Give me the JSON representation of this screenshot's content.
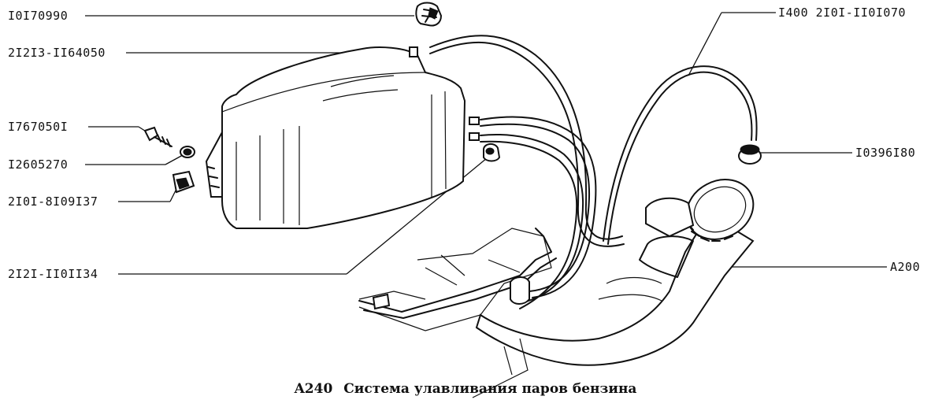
{
  "callouts": {
    "c1": "I0I70990",
    "c2": "2I2I3-II64050",
    "c3": "I767050I",
    "c4": "I2605270",
    "c5": "2I0I-8I09I37",
    "c6": "2I2I-II0II34",
    "c7": "I400 2I0I-II0I070",
    "c8": "I0396I80",
    "c9": "A200"
  },
  "caption": {
    "code": "A240",
    "title": "Система улавливания паров бензина"
  }
}
